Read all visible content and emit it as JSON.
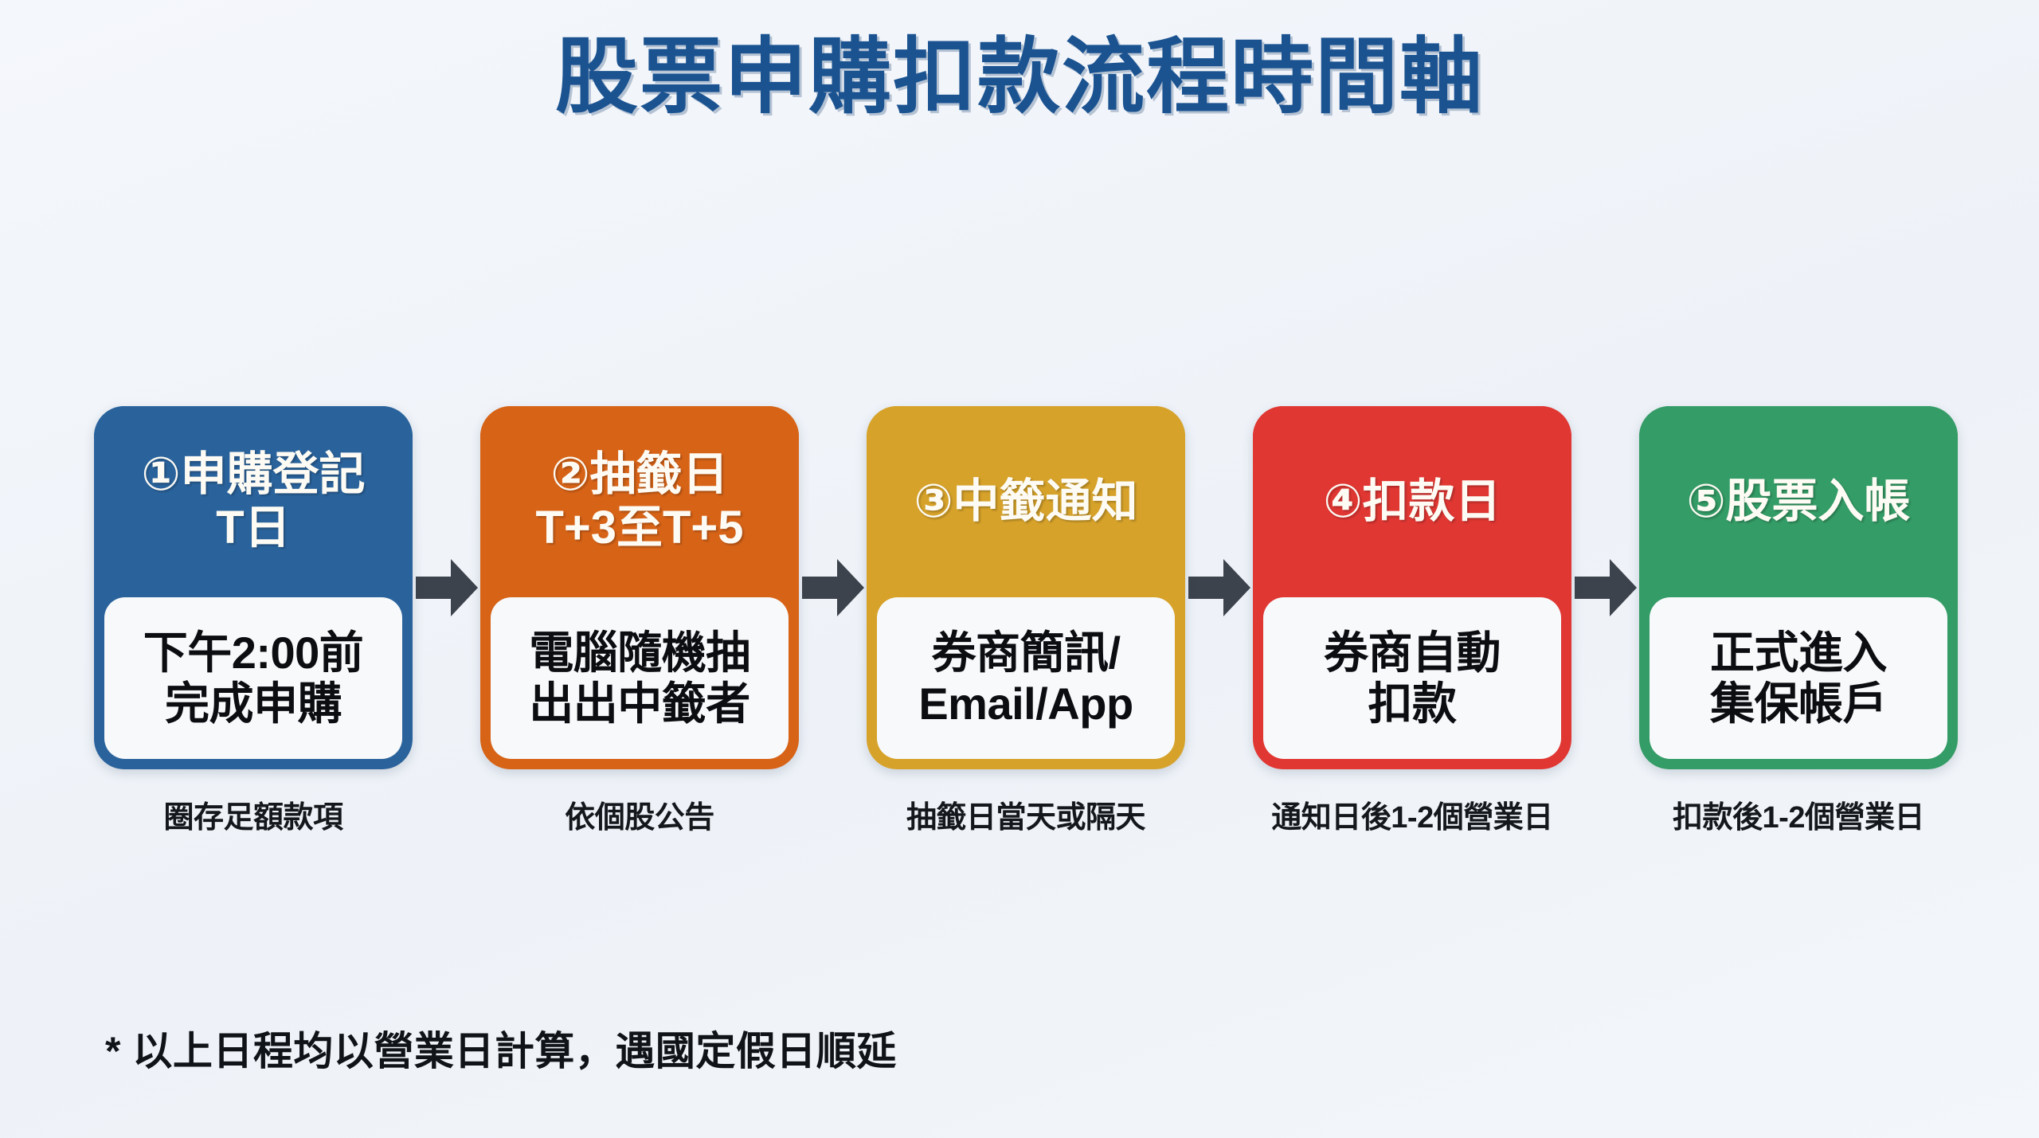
{
  "page": {
    "title": "股票申購扣款流程時間軸",
    "background_color": "#f2f5fa",
    "title_color": "#1b5391",
    "footnote": "* 以上日程均以營業日計算，遇國定假日順延"
  },
  "arrow": {
    "icon": "arrow-right-icon",
    "color": "#3d434c"
  },
  "steps": [
    {
      "number": "①",
      "header_line1": "①申購登記",
      "header_line2": "T日",
      "body_line1": "下午2:00前",
      "body_line2": "完成申購",
      "caption": "圈存足額款項",
      "color": "#2a639c",
      "color_dark": "#24568a"
    },
    {
      "number": "②",
      "header_line1": "②抽籤日",
      "header_line2": "T+3至T+5",
      "body_line1": "電腦隨機抽",
      "body_line2": "出出中籤者",
      "caption": "依個股公告",
      "color": "#d76317",
      "color_dark": "#c25612"
    },
    {
      "number": "③",
      "header_line1": "③中籤通知",
      "header_line2": "",
      "body_line1": "券商簡訊/",
      "body_line2": "Email/App",
      "caption": "抽籤日當天或隔天",
      "color": "#d6a22a",
      "color_dark": "#c08f21"
    },
    {
      "number": "④",
      "header_line1": "④扣款日",
      "header_line2": "",
      "body_line1": "券商自動",
      "body_line2": "扣款",
      "caption": "通知日後1-2個營業日",
      "color": "#e03733",
      "color_dark": "#cb2c29"
    },
    {
      "number": "⑤",
      "header_line1": "⑤股票入帳",
      "header_line2": "",
      "body_line1": "正式進入",
      "body_line2": "集保帳戶",
      "caption": "扣款後1-2個營業日",
      "color": "#349c66",
      "color_dark": "#2c8a59"
    }
  ]
}
